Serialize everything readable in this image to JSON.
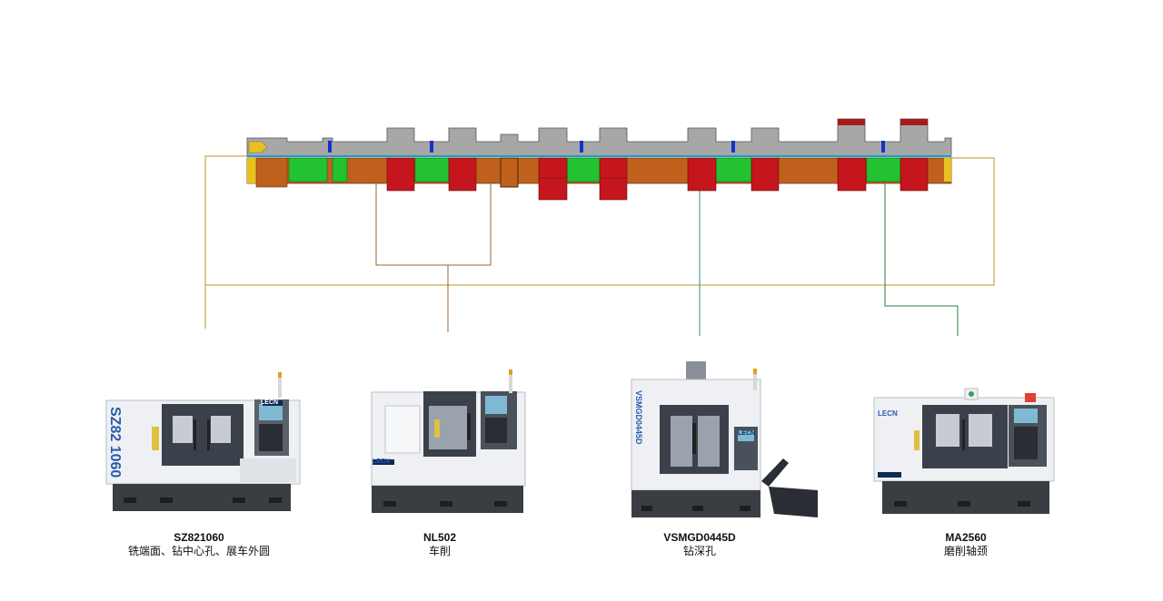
{
  "machines": [
    {
      "model": "SZ821060",
      "operation": "铣端面、钻中心孔、展车外圆",
      "brand": "LECN",
      "side_text": "SZ82 1060"
    },
    {
      "model": "NL502",
      "operation": "车削",
      "brand": "LECN",
      "side_text": ""
    },
    {
      "model": "VSMGD0445D",
      "operation": "钻深孔",
      "brand": "LECN",
      "side_text": "VSMGD0445D"
    },
    {
      "model": "MA2560",
      "operation": "磨削轴颈",
      "brand": "LECN",
      "side_text": ""
    }
  ],
  "colors": {
    "shaft_gray": "#a7a7a7",
    "lower_orange": "#c0601d",
    "journal_green": "#22c230",
    "cam_red": "#c4161c",
    "oil_hole_blue": "#1730c8",
    "end_yellow": "#e8c020",
    "line_gold": "#b8962e",
    "line_brown": "#a0622d",
    "line_teal": "#2f8f86",
    "line_green": "#2e7d3d"
  }
}
